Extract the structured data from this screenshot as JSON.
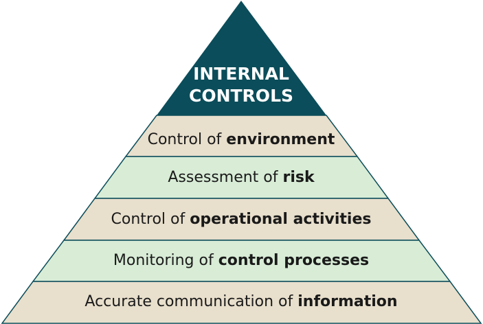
{
  "apex": {
    "line1": "INTERNAL",
    "line2": "CONTROLS",
    "fill": "#0b4d5a"
  },
  "colors": {
    "tan": "#e8dfcc",
    "green": "#d8ecd6",
    "outline": "#0b4d5a"
  },
  "tiers": [
    {
      "prefix": "Control of ",
      "bold": "environment",
      "fill": "#e8dfcc"
    },
    {
      "prefix": "Assessment of ",
      "bold": "risk",
      "fill": "#d8ecd6"
    },
    {
      "prefix": "Control of ",
      "bold": "operational activities",
      "fill": "#e8dfcc"
    },
    {
      "prefix": "Monitoring of ",
      "bold": "control processes",
      "fill": "#d8ecd6"
    },
    {
      "prefix": "Accurate communication of ",
      "bold": "information",
      "fill": "#e8dfcc"
    }
  ]
}
